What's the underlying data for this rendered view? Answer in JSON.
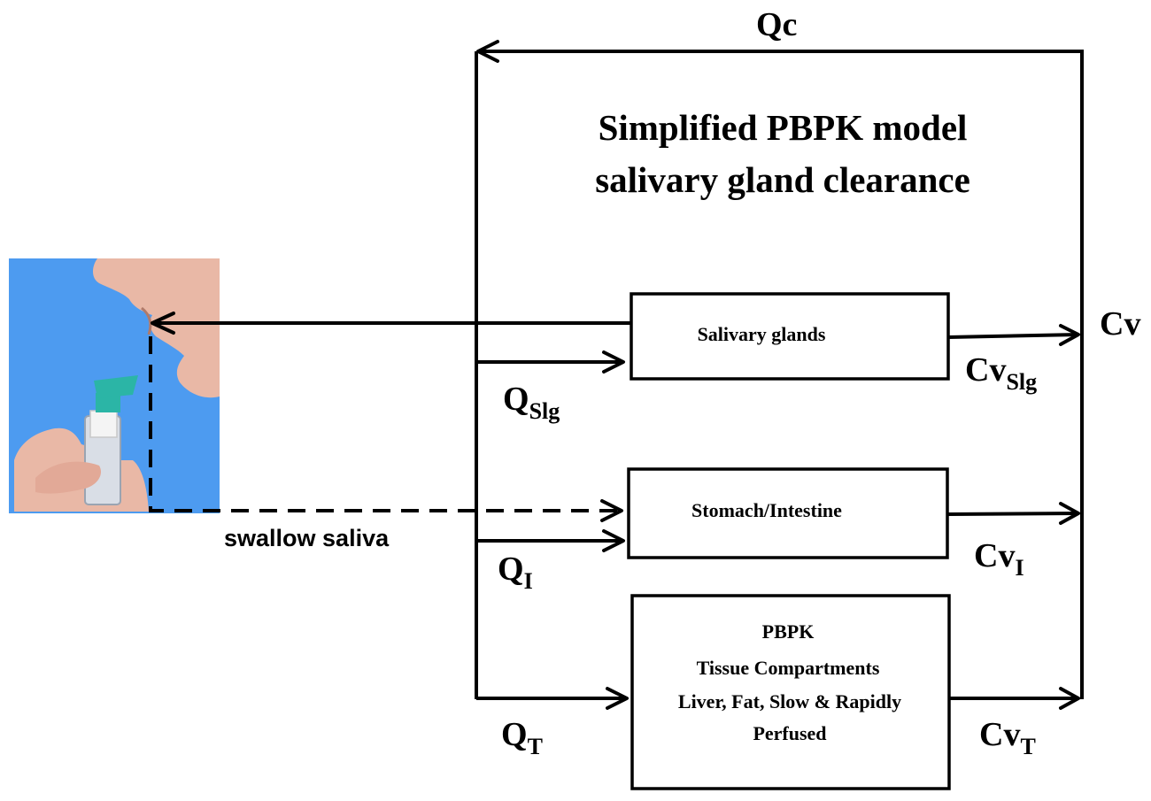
{
  "title": {
    "line1": "Simplified PBPK model",
    "line2": "salivary gland clearance"
  },
  "flows": {
    "qc": "Qc",
    "q_slg": {
      "main": "Q",
      "sub": "Slg"
    },
    "q_i": {
      "main": "Q",
      "sub": "I"
    },
    "q_t": {
      "main": "Q",
      "sub": "T"
    },
    "cv": "Cv",
    "cv_slg": {
      "main": "Cv",
      "sub": "Slg"
    },
    "cv_i": {
      "main": "Cv",
      "sub": "I"
    },
    "cv_t": {
      "main": "Cv",
      "sub": "T"
    }
  },
  "compartments": {
    "salivary": "Salivary glands",
    "stomach": "Stomach/Intestine",
    "tissue": {
      "line1": "PBPK",
      "line2": "Tissue Compartments",
      "line3": "Liver, Fat, Slow & Rapidly",
      "line4": "Perfused"
    }
  },
  "swallow_label": "swallow saliva",
  "photo": {
    "description_icon": "saliva-sampling-photo",
    "colors": {
      "background": "#4d9bf0",
      "skin": "#e9b8a6",
      "cap": "#2bb5a6",
      "tube": "#d9dee6"
    }
  }
}
